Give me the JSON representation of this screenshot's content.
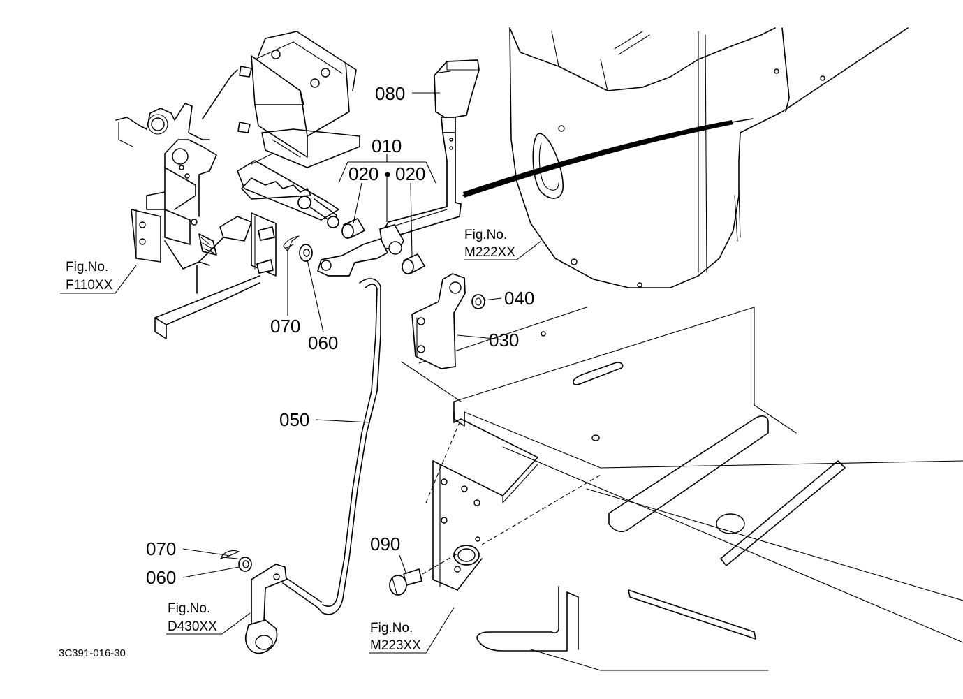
{
  "parts": {
    "p010": "010",
    "p020_left": "020",
    "p020_right": "020",
    "p030": "030",
    "p040": "040",
    "p050": "050",
    "p060_upper": "060",
    "p060_lower": "060",
    "p070_upper": "070",
    "p070_lower": "070",
    "p080": "080",
    "p090": "090"
  },
  "fig_refs": {
    "f110": {
      "line1": "Fig.No.",
      "line2": "F110XX"
    },
    "m222": {
      "line1": "Fig.No.",
      "line2": "M222XX"
    },
    "d430": {
      "line1": "Fig.No.",
      "line2": "D430XX"
    },
    "m223": {
      "line1": "Fig.No.",
      "line2": "M223XX"
    }
  },
  "diagram_code": "3C391-016-30"
}
